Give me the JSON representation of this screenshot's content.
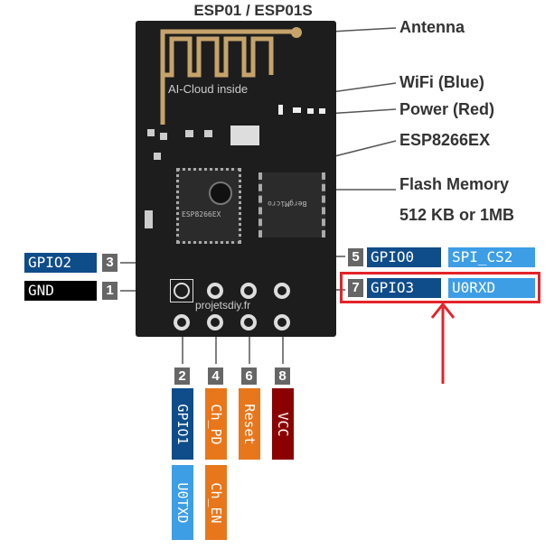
{
  "title": "ESP01 / ESP01S",
  "callouts": {
    "antenna": "Antenna",
    "wifi": "WiFi (Blue)",
    "power": "Power (Red)",
    "chip": "ESP8266EX",
    "flash_line1": "Flash Memory",
    "flash_line2": "512 KB or 1MB"
  },
  "board": {
    "antenna_text": "AI-Cloud inside",
    "chip_text": "ESP8266EX",
    "flash_text": "BergMicro",
    "site": "projetsdiy.fr"
  },
  "pins_left": [
    {
      "num": "3",
      "label": "GPIO2"
    },
    {
      "num": "1",
      "label": "GND"
    }
  ],
  "pins_right": [
    {
      "num": "5",
      "label": "GPIO0",
      "alt": "SPI_CS2"
    },
    {
      "num": "7",
      "label": "GPIO3",
      "alt": "U0RXD"
    }
  ],
  "pins_bottom": [
    {
      "num": "2",
      "label": "GPIO1",
      "alt": "U0TXD"
    },
    {
      "num": "4",
      "label": "Ch_PD",
      "alt": "Ch_EN"
    },
    {
      "num": "6",
      "label": "Reset"
    },
    {
      "num": "8",
      "label": "VCC"
    }
  ],
  "colors": {
    "gpio": "#0f4c8a",
    "uart": "#3d9ee5",
    "gnd": "#000000",
    "chpd": "#e8771c",
    "vcc": "#8b0000",
    "highlight": "#e3232a",
    "pin_number": "#666666"
  }
}
